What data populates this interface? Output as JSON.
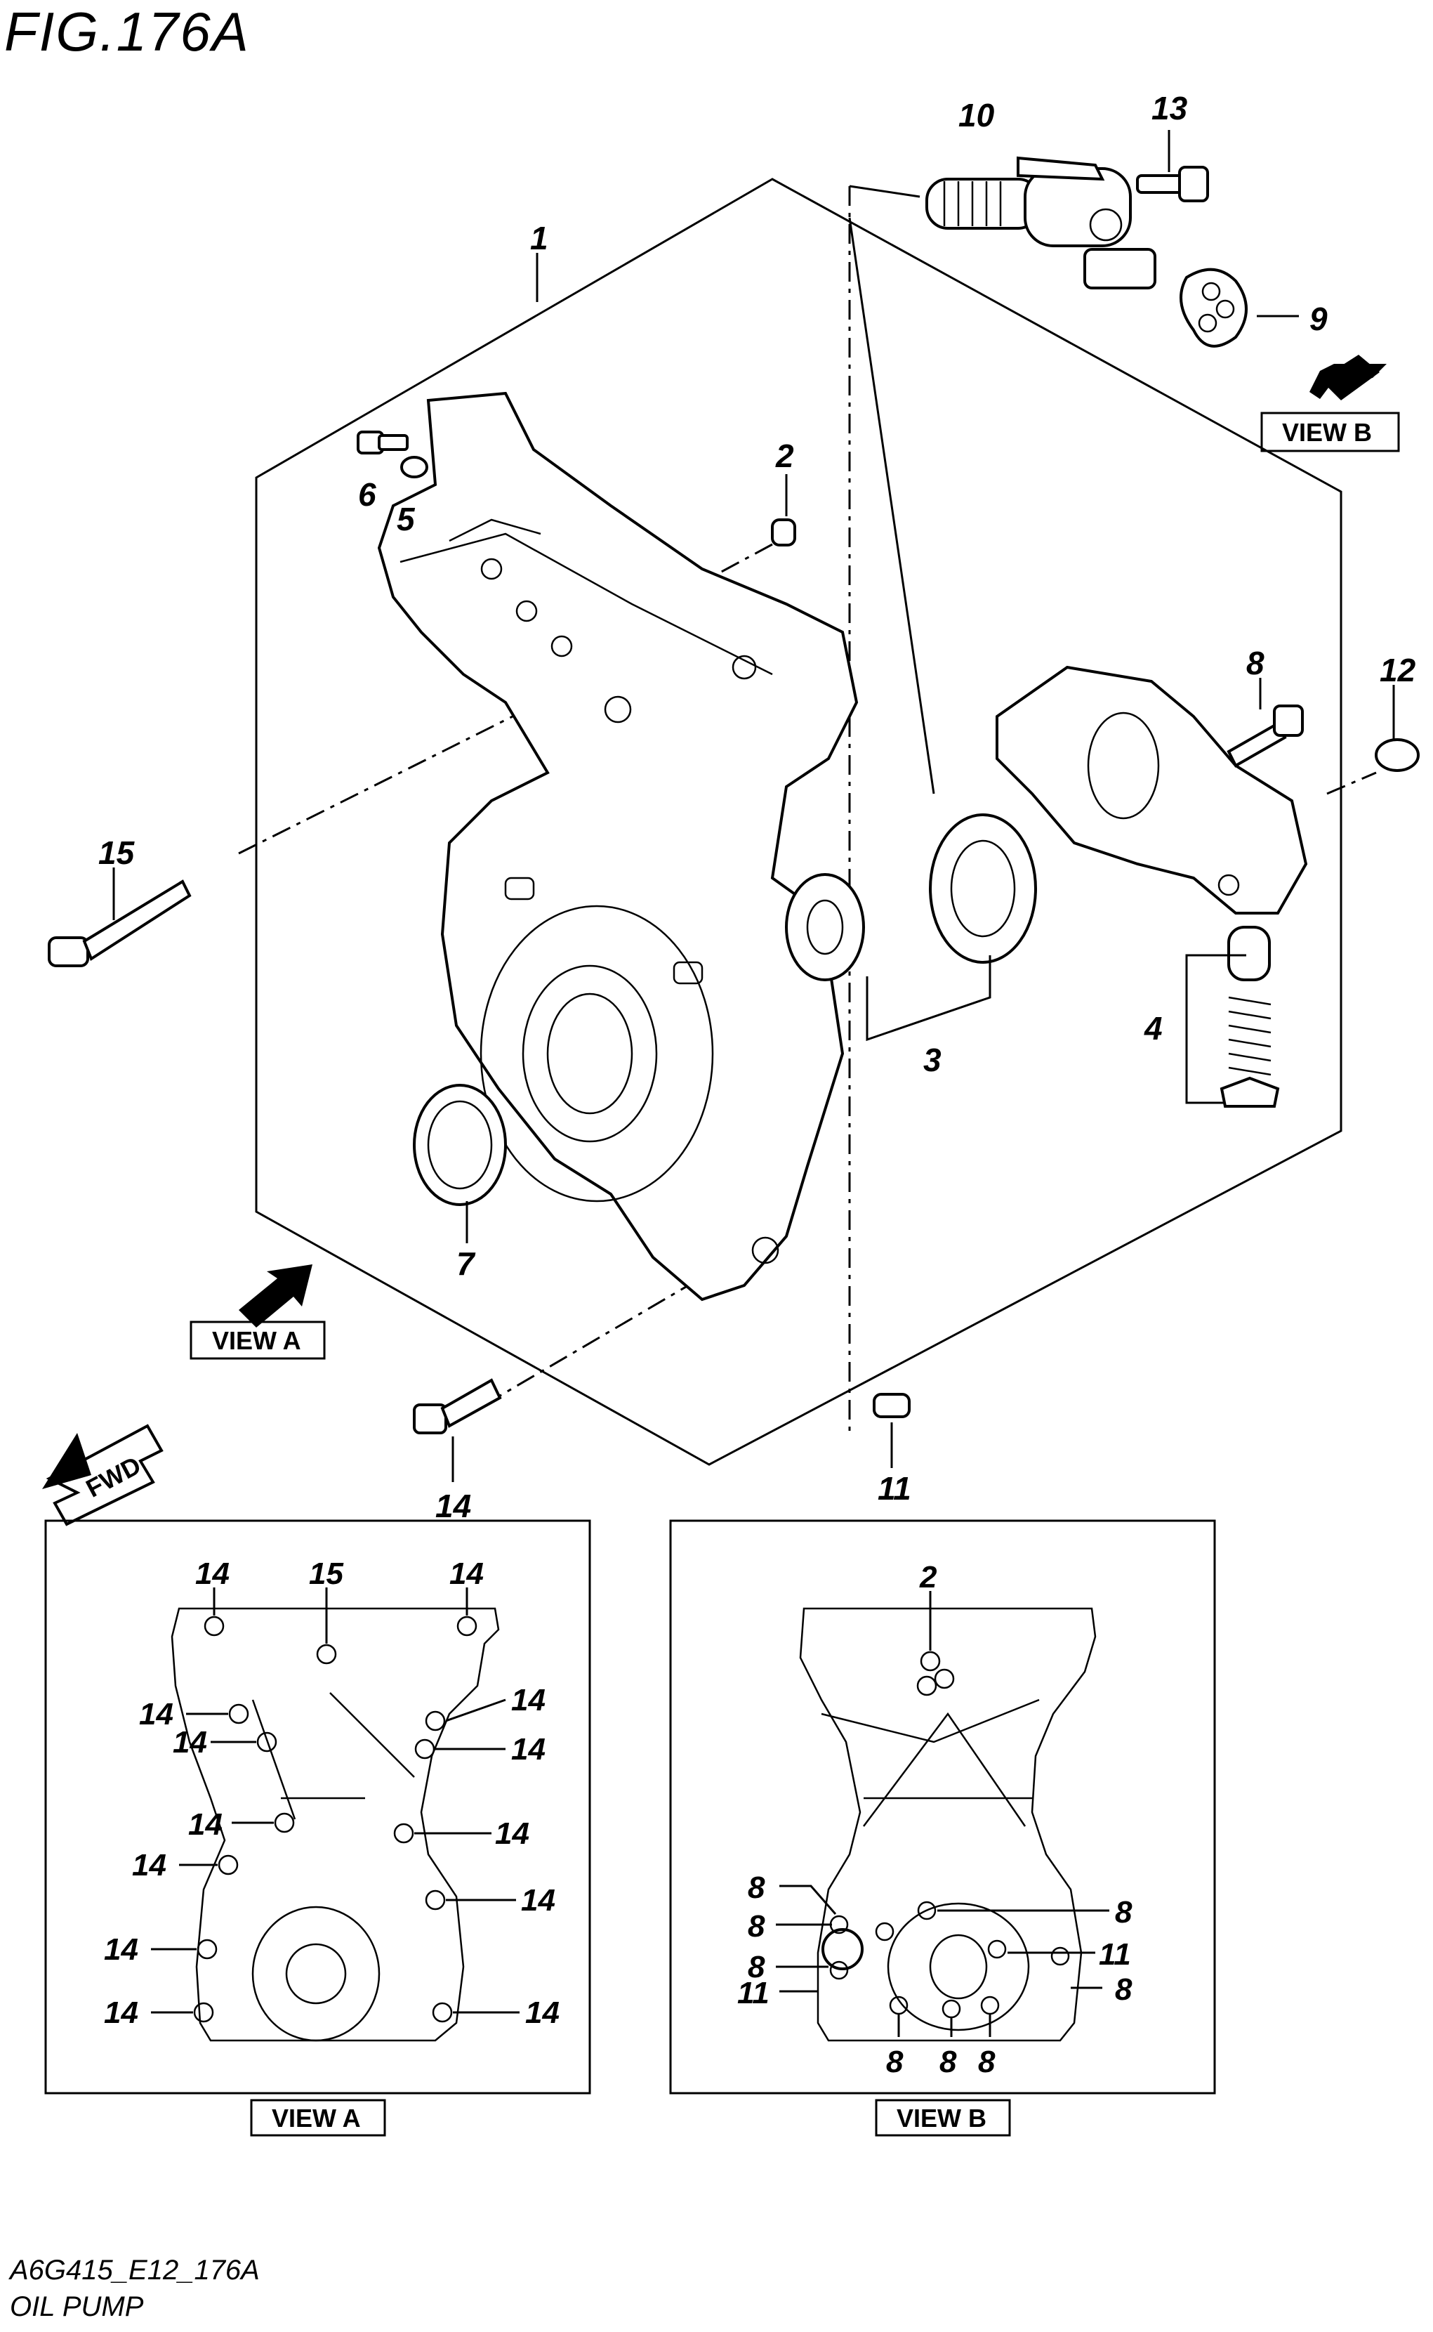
{
  "figure_title": "FIG.176A",
  "footer": {
    "code": "A6G415_E12_176A",
    "name": "OIL PUMP"
  },
  "view_labels": {
    "view_a": "VIEW A",
    "view_b": "VIEW B",
    "fwd": "FWD"
  },
  "callouts": {
    "c1": "1",
    "c2": "2",
    "c3": "3",
    "c4": "4",
    "c5": "5",
    "c6": "6",
    "c7": "7",
    "c8": "8",
    "c9": "9",
    "c10": "10",
    "c11": "11",
    "c12": "12",
    "c13": "13",
    "c14": "14",
    "c15": "15"
  },
  "view_a_callouts": [
    "14",
    "15",
    "14",
    "14",
    "14",
    "14",
    "14",
    "14",
    "14",
    "14",
    "14",
    "14",
    "14",
    "14"
  ],
  "view_b_callouts": [
    "2",
    "8",
    "8",
    "8",
    "8",
    "11",
    "8",
    "11",
    "8",
    "8",
    "8"
  ]
}
